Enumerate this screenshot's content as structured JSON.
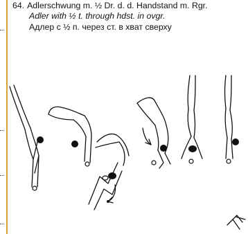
{
  "entry": {
    "number": "64.",
    "title_de": "Adlerschwung m. ½ Dr. d. d. Handstand m. Rgr.",
    "title_en": "Adler with ½ t. through hdst. in ovgr.",
    "title_ru": "Адлер с ½ п. через ст. в хват сверху"
  },
  "colors": {
    "accent": "#d4a13a",
    "ink": "#111111"
  },
  "figure": {
    "icon": "gymnast-horizontal-bar-sequence-illustration"
  }
}
